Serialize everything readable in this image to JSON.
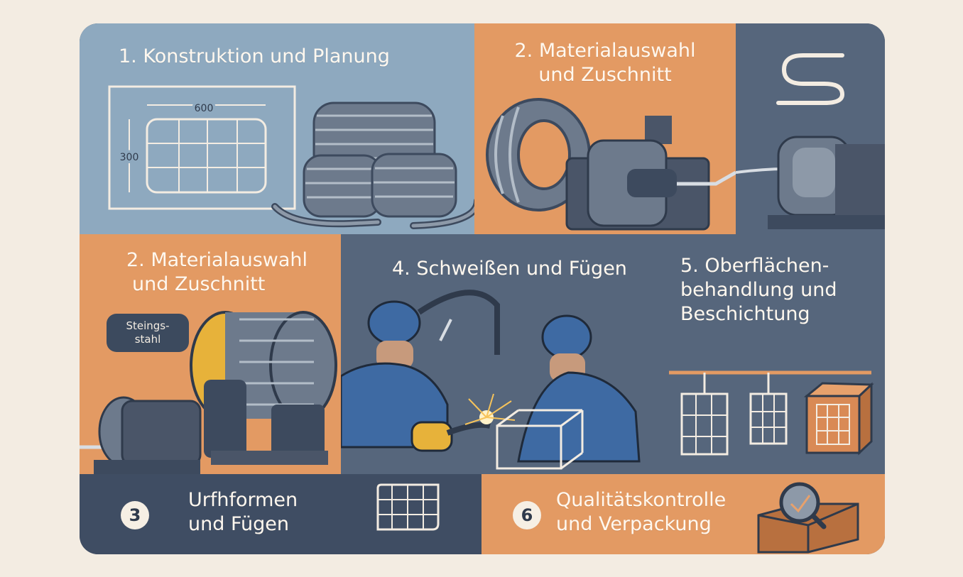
{
  "panels": {
    "p1": {
      "title": "1. Konstruktion und Planung",
      "dim_width": "600",
      "dim_height": "300"
    },
    "p2": {
      "title_line1": "2. Materialauswahl",
      "title_line2": "und Zuschnitt"
    },
    "p3": {
      "title_line1": "2. Materialauswahl",
      "title_line2": "und Zuschnitt",
      "tag_line1": "Steings-",
      "tag_line2": "stahl"
    },
    "p4": {
      "title": "4. Schweißen und Fügen"
    },
    "p5": {
      "title_line1": "5. Oberflächen-",
      "title_line2": "behandlung und",
      "title_line3": "Beschichtung"
    },
    "p6": {
      "badge": "3",
      "title_line1": "Urfhformen",
      "title_line2": "und Fügen"
    },
    "p7": {
      "badge": "6",
      "title_line1": "Qualitätskontrolle",
      "title_line2": "und Verpackung"
    }
  },
  "colors": {
    "blue": "#8ea9bf",
    "orange": "#e39a63",
    "navy": "#3f4d63",
    "slate": "#56667c",
    "cream": "#f3ece2"
  }
}
